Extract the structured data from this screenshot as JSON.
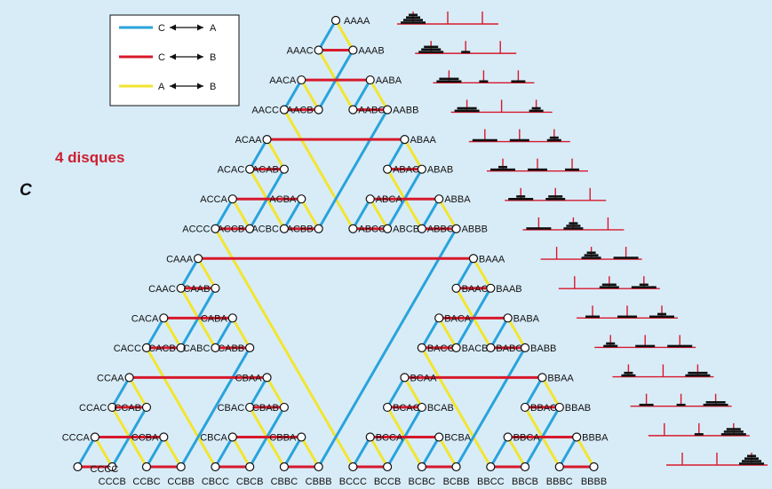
{
  "title": "4 disques",
  "corner_label": "C",
  "colors": {
    "background": "#d8ecf8",
    "blue": "#29a3dc",
    "red": "#d7192b",
    "yellow": "#f2e530",
    "peg": "#d7192b",
    "disk": "#111111"
  },
  "legend": [
    {
      "color_key": "blue",
      "from": "C",
      "to": "A"
    },
    {
      "color_key": "red",
      "from": "C",
      "to": "B"
    },
    {
      "color_key": "yellow",
      "from": "A",
      "to": "B"
    }
  ],
  "node_labels": {
    "AAAA": "AAAA",
    "AAAC": "AAAC",
    "AAAB": "AAAB",
    "AABC": "AABC",
    "AACB": "AACB",
    "AABB": "AABB",
    "AABA": "AABA",
    "AACA": "AACA",
    "AACC": "AACC",
    "ACBB": "ACBB",
    "ABCC": "ABCC",
    "ACBA": "ACBA",
    "ACBC": "ACBC",
    "ABCB": "ABCB",
    "ABCA": "ABCA",
    "ACCA": "ACCA",
    "ACAC": "ACAC",
    "ABAB": "ABAB",
    "ABBA": "ABBA",
    "ACCC": "ACCC",
    "ACCB": "ACCB",
    "ACAB": "ACAB",
    "ACAA": "ACAA",
    "ABAA": "ABAA",
    "ABAC": "ABAC",
    "ABBC": "ABBC",
    "ABBB": "ABBB",
    "BCCC": "BCCC",
    "CBBB": "CBBB",
    "BCCB": "BCCB",
    "BCCA": "BCCA",
    "CBBA": "CBBA",
    "CBBC": "CBBC",
    "BCAB": "BCAB",
    "BCBA": "BCBA",
    "CBCA": "CBCA",
    "CBAC": "CBAC",
    "BCAA": "BCAA",
    "BCAC": "BCAC",
    "BCBC": "BCBC",
    "BCBB": "BCBB",
    "CBCC": "CBCC",
    "CBCB": "CBCB",
    "CBAB": "CBAB",
    "CBAA": "CBAA",
    "BBAA": "BBAA",
    "BABB": "BABB",
    "CACC": "CACC",
    "CCAA": "CCAA",
    "BBAC": "BBAC",
    "BBAB": "BBAB",
    "BABA": "BABA",
    "BABC": "BABC",
    "CACB": "CACB",
    "CACA": "CACA",
    "CCAC": "CCAC",
    "CCAB": "CCAB",
    "BBBC": "BBBC",
    "BBCB": "BBCB",
    "BACA": "BACA",
    "BAAC": "BAAC",
    "CAAB": "CAAB",
    "CABA": "CABA",
    "CCBC": "CCBC",
    "CCCB": "CCCB",
    "BBBB": "BBBB",
    "BBBA": "BBBA",
    "BBCA": "BBCA",
    "BBCC": "BBCC",
    "BACC": "BACC",
    "BACB": "BACB",
    "BAAB": "BAAB",
    "BAAA": "BAAA",
    "CAAA": "CAAA",
    "CAAC": "CAAC",
    "CABC": "CABC",
    "CABB": "CABB",
    "CCBB": "CCBB",
    "CCBA": "CCBA",
    "CCCA": "CCCA",
    "CCCC": "CCCC"
  },
  "hanoi_states": [
    "AAAA",
    "AAAB",
    "AACB",
    "AACC",
    "ABCC",
    "ABCA",
    "ABBA",
    "ABBB",
    "CBBB",
    "CBBC",
    "CBAC",
    "CBAA",
    "CCAA",
    "CCAB",
    "CCCB",
    "CCCC"
  ]
}
